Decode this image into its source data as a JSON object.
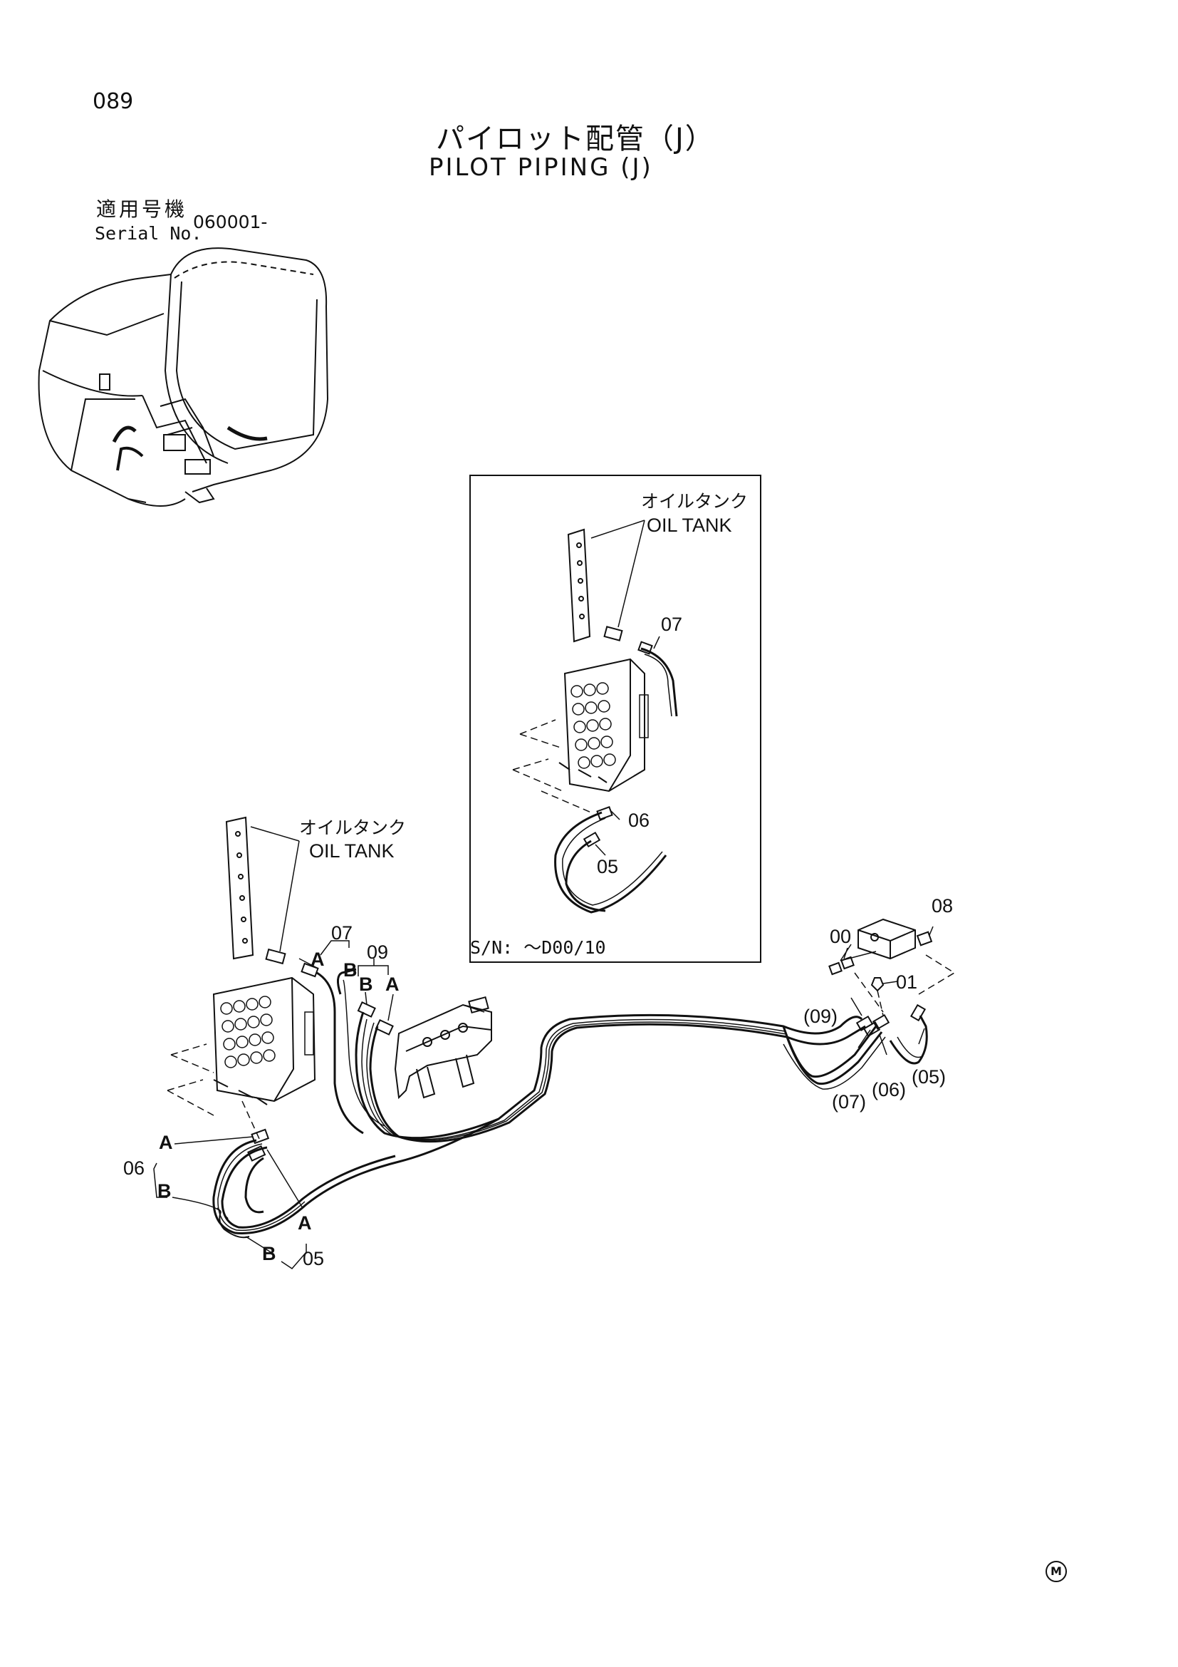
{
  "page": {
    "number": "089",
    "title_jp": "パイロット配管（J）",
    "title_en": "PILOT PIPING (J)",
    "serial_label_jp": "適用号機",
    "serial_label_en": "Serial No.",
    "serial_value": "060001-",
    "corner_mark": "M"
  },
  "inset": {
    "tank_label_jp": "オイルタンク",
    "tank_label_en": "OIL TANK",
    "serial_note": "S/N: ～D00/10",
    "callouts": [
      "07",
      "06",
      "05"
    ]
  },
  "main": {
    "tank_label_jp": "オイルタンク",
    "tank_label_en": "OIL TANK",
    "callouts": {
      "c07": "07",
      "c09": "09",
      "c08": "08",
      "c00": "00",
      "c01": "01",
      "c06_left": "06",
      "c05_left": "05",
      "c09p": "(09)",
      "c07p": "(07)",
      "c06p": "(06)",
      "c05p": "(05)",
      "a1": "A",
      "b1": "B",
      "a2": "A",
      "b2": "B",
      "a3": "A",
      "b3": "B",
      "a4": "A",
      "b4": "B"
    }
  },
  "icons": [
    "machine-overview-illustration",
    "oil-tank-bracket",
    "pilot-valve-block",
    "hose-assembly",
    "control-valve",
    "adapter-fitting"
  ]
}
